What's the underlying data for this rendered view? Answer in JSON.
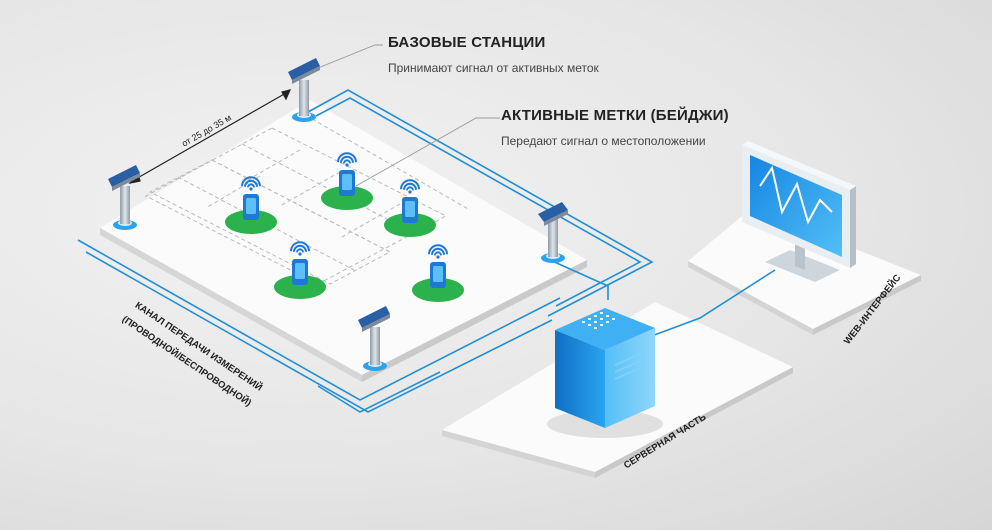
{
  "labels": {
    "base_stations_title": "БАЗОВЫЕ СТАНЦИИ",
    "base_stations_sub": "Принимают сигнал от активных меток",
    "active_tags_title": "АКТИВНЫЕ МЕТКИ (БЕЙДЖИ)",
    "active_tags_sub": "Передают сигнал о местоположении",
    "distance": "от 25 до 35 м",
    "channel_line1": "КАНАЛ ПЕРЕДАЧИ ИЗМЕРЕНИЙ",
    "channel_line2": "(ПРОВОДНОЙ/БЕСПРОВОДНОЙ)",
    "server": "СЕРВЕРНАЯ ЧАСТЬ",
    "web": "WEB-ИНТЕРФЕЙС"
  },
  "colors": {
    "background": "#e6e6e6",
    "platform": "#f7f7f7",
    "channel_line": "#1f8fd6",
    "tag_ring": "#2bb24c",
    "badge": "#1e78d6",
    "server": "#1a8be0",
    "monitor_screen": "#2a9ef0"
  },
  "icons": [
    "base-station-icon",
    "badge-icon",
    "wifi-icon",
    "server-icon",
    "monitor-icon"
  ]
}
